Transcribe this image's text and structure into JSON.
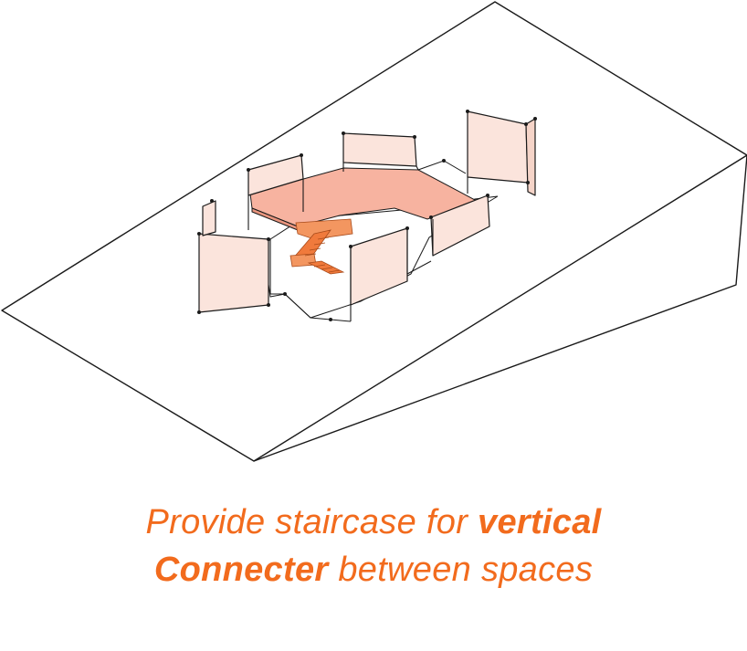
{
  "caption": {
    "line1_normal": "Provide staircase for ",
    "line1_bold": "vertical",
    "line2_bold": "Connecter",
    "line2_normal": " between spaces"
  },
  "colors": {
    "caption": "#f26b1d",
    "wall_fill": "#fbe4dc",
    "floor_fill": "#f7b3a0",
    "stair_fill": "#f07a3c",
    "line": "#1a1a1a"
  },
  "icons": [
    "terrain-slope",
    "wall-panel",
    "raised-floor",
    "staircase"
  ]
}
